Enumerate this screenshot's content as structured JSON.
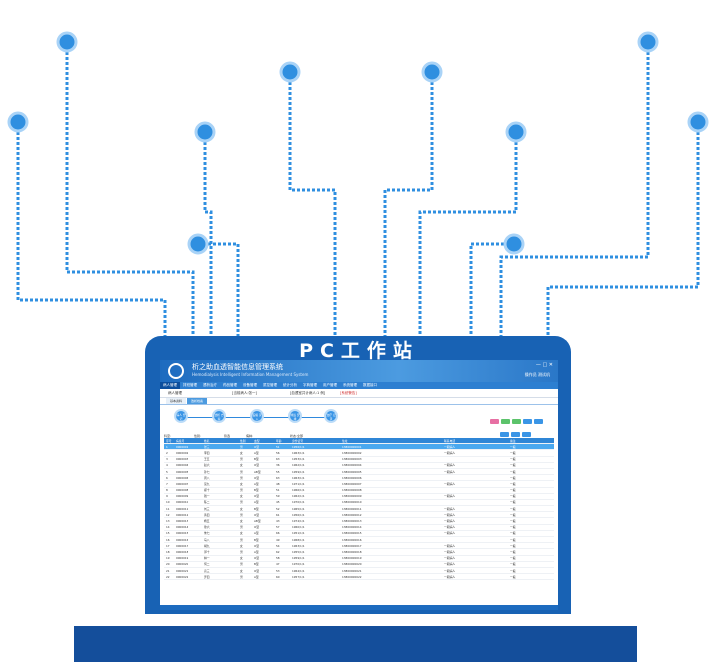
{
  "station_label": "PC工作站",
  "app": {
    "title": "析之助血透智能信息管理系统",
    "subtitle": "Hemodialysis Intelligent Information Management System",
    "window_controls": "—  □  ✕",
    "user": "操作员 测试机"
  },
  "nav": [
    "病人管理",
    "排班管理",
    "透析治疗",
    "药品管理",
    "设备管理",
    "质控管理",
    "统计分析",
    "字典管理",
    "用户管理",
    "系统管理",
    "数据接口"
  ],
  "info_bar": {
    "module": "病人管理",
    "current": "[当前病人:张一]",
    "center": "[血透室共计病人:1 例]",
    "alert": "[系统警告]"
  },
  "tabs": [
    "基本资料",
    "透析档案"
  ],
  "steps": [
    "病人\n登记",
    "透析\n方案",
    "医嘱\n录入",
    "排班\n安排",
    "治疗\n记录"
  ],
  "filter": {
    "label_a": "科室:",
    "label_b": "性别:",
    "label_c": "筛选",
    "label_d": "病种:",
    "label_e": "状态:全部"
  },
  "table": {
    "headers": [
      "序号",
      "病案号",
      "姓名",
      "性别",
      "血型",
      "年龄",
      "身份证号",
      "住址",
      "联系电话",
      "备注"
    ],
    "rows": [
      [
        "1",
        "0000001",
        "张三",
        "男",
        "O型",
        "51",
        "1956/1/1",
        "13800000001",
        "一期病人",
        "一般"
      ],
      [
        "2",
        "0000002",
        "李四",
        "女",
        "A型",
        "56",
        "1963/1/1",
        "13800000002",
        "一期病人",
        "一般"
      ],
      [
        "3",
        "0000003",
        "王五",
        "男",
        "B型",
        "63",
        "1953/1/1",
        "13800000003",
        "",
        "一般"
      ],
      [
        "4",
        "0000004",
        "赵六",
        "女",
        "O型",
        "36",
        "1962/1/1",
        "13800000004",
        "一期病人",
        "一般"
      ],
      [
        "5",
        "0000005",
        "孙七",
        "男",
        "AB型",
        "55",
        "1959/1/1",
        "13800000005",
        "一期病人",
        "一般"
      ],
      [
        "6",
        "0000006",
        "周八",
        "男",
        "O型",
        "63",
        "1963/1/1",
        "13800000006",
        "",
        "一般"
      ],
      [
        "7",
        "0000007",
        "吴九",
        "女",
        "A型",
        "48",
        "1971/1/1",
        "13800000007",
        "一期病人",
        "一般"
      ],
      [
        "8",
        "0000008",
        "郑十",
        "男",
        "B型",
        "51",
        "1966/1/1",
        "13800000008",
        "",
        "一般"
      ],
      [
        "9",
        "0000009",
        "钱一",
        "女",
        "O型",
        "59",
        "1962/1/1",
        "13800000009",
        "一期病人",
        "一般"
      ],
      [
        "10",
        "0000010",
        "陈二",
        "男",
        "A型",
        "45",
        "1970/1/1",
        "13800000010",
        "",
        "一般"
      ],
      [
        "11",
        "0000011",
        "刘三",
        "女",
        "B型",
        "52",
        "1965/1/1",
        "13800000011",
        "一期病人",
        "一般"
      ],
      [
        "12",
        "0000012",
        "黄四",
        "男",
        "O型",
        "61",
        "1956/1/1",
        "13800000012",
        "一期病人",
        "一般"
      ],
      [
        "13",
        "0000013",
        "杨五",
        "女",
        "AB型",
        "43",
        "1974/1/1",
        "13800000013",
        "一期病人",
        "一般"
      ],
      [
        "14",
        "0000014",
        "徐六",
        "男",
        "O型",
        "57",
        "1960/1/1",
        "13800000014",
        "一期病人",
        "一般"
      ],
      [
        "15",
        "0000015",
        "朱七",
        "女",
        "A型",
        "66",
        "1951/1/1",
        "13800000015",
        "一期病人",
        "一般"
      ],
      [
        "16",
        "0000016",
        "马八",
        "男",
        "B型",
        "49",
        "1968/1/1",
        "13800000016",
        "",
        "一般"
      ],
      [
        "17",
        "0000017",
        "胡九",
        "女",
        "O型",
        "54",
        "1963/1/1",
        "13800000017",
        "一期病人",
        "一般"
      ],
      [
        "18",
        "0000018",
        "郭十",
        "男",
        "A型",
        "62",
        "1955/1/1",
        "13800000018",
        "一期病人",
        "一般"
      ],
      [
        "19",
        "0000019",
        "林一",
        "女",
        "O型",
        "58",
        "1959/1/1",
        "13800000019",
        "一期病人",
        "一般"
      ],
      [
        "20",
        "0000020",
        "何二",
        "男",
        "B型",
        "47",
        "1970/1/1",
        "13800000020",
        "一期病人",
        "一般"
      ],
      [
        "21",
        "0000021",
        "高三",
        "女",
        "O型",
        "53",
        "1964/1/1",
        "13800000021",
        "一期病人",
        "一般"
      ],
      [
        "22",
        "0000022",
        "罗四",
        "男",
        "A型",
        "60",
        "1957/1/1",
        "13800000022",
        "一期病人",
        "一般"
      ]
    ]
  },
  "colors": {
    "wire": "#2f8fe0",
    "node": "#2f8fe0",
    "monitor": "#1862b4",
    "base": "#144e9b"
  }
}
